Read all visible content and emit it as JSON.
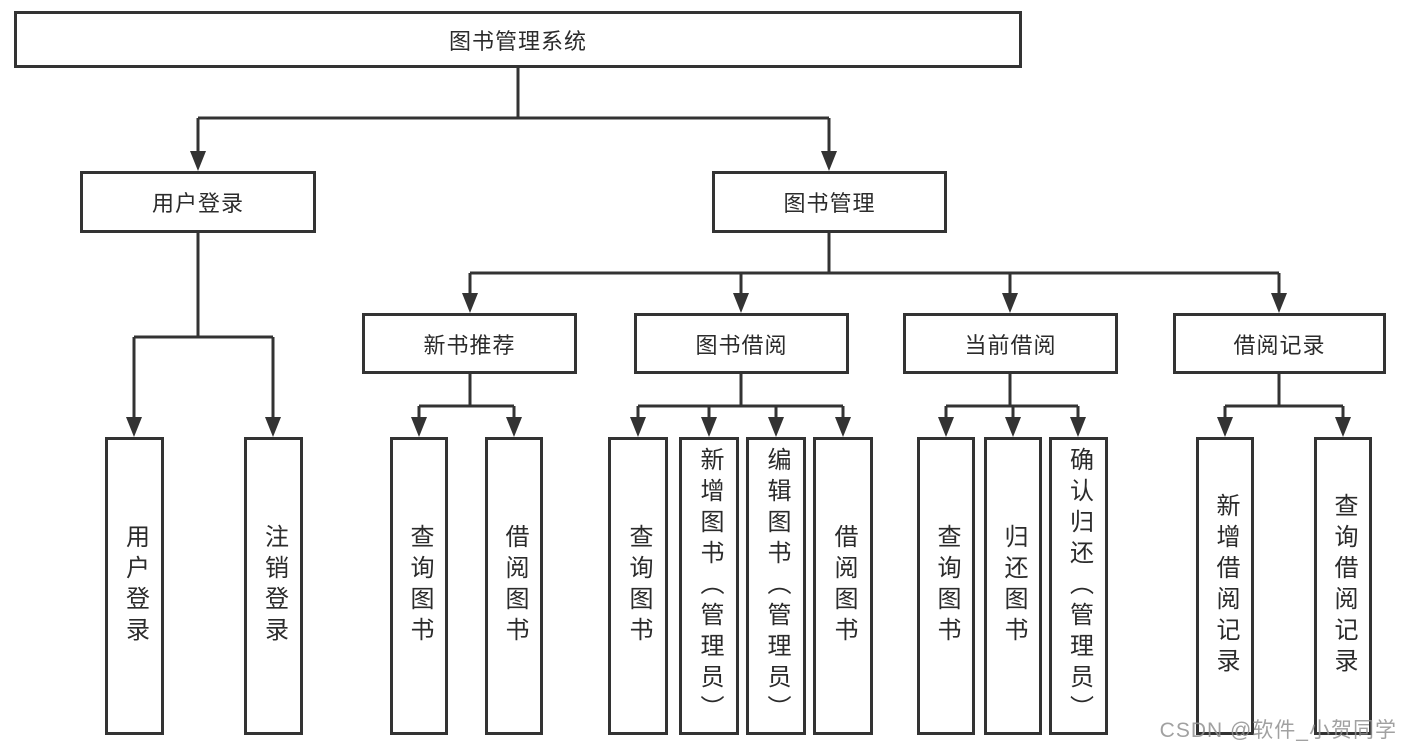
{
  "diagram_type": "hierarchy-tree",
  "colors": {
    "background": "#ffffff",
    "node_fill": "#ffffff",
    "node_border": "#333333",
    "connector_line": "#333333",
    "text": "#2b2b2b",
    "watermark_text": "#919191"
  },
  "nodes": {
    "root": {
      "label": "图书管理系统"
    },
    "level2": [
      {
        "label": "用户登录"
      },
      {
        "label": "图书管理"
      }
    ],
    "level3": [
      {
        "label": "新书推荐"
      },
      {
        "label": "图书借阅"
      },
      {
        "label": "当前借阅"
      },
      {
        "label": "借阅记录"
      }
    ],
    "leaves": [
      {
        "label": "用户登录",
        "parent": "用户登录"
      },
      {
        "label": "注销登录",
        "parent": "用户登录"
      },
      {
        "label": "查询图书",
        "parent": "新书推荐"
      },
      {
        "label": "借阅图书",
        "parent": "新书推荐"
      },
      {
        "label": "查询图书",
        "parent": "图书借阅"
      },
      {
        "label": "新增图书（管理员）",
        "parent": "图书借阅"
      },
      {
        "label": "编辑图书（管理员）",
        "parent": "图书借阅"
      },
      {
        "label": "借阅图书",
        "parent": "图书借阅"
      },
      {
        "label": "查询图书",
        "parent": "当前借阅"
      },
      {
        "label": "归还图书",
        "parent": "当前借阅"
      },
      {
        "label": "确认归还（管理员）",
        "parent": "当前借阅"
      },
      {
        "label": "新增借阅记录",
        "parent": "借阅记录"
      },
      {
        "label": "查询借阅记录",
        "parent": "借阅记录"
      }
    ]
  },
  "watermark": {
    "text": "CSDN @软件_小贺同学"
  }
}
